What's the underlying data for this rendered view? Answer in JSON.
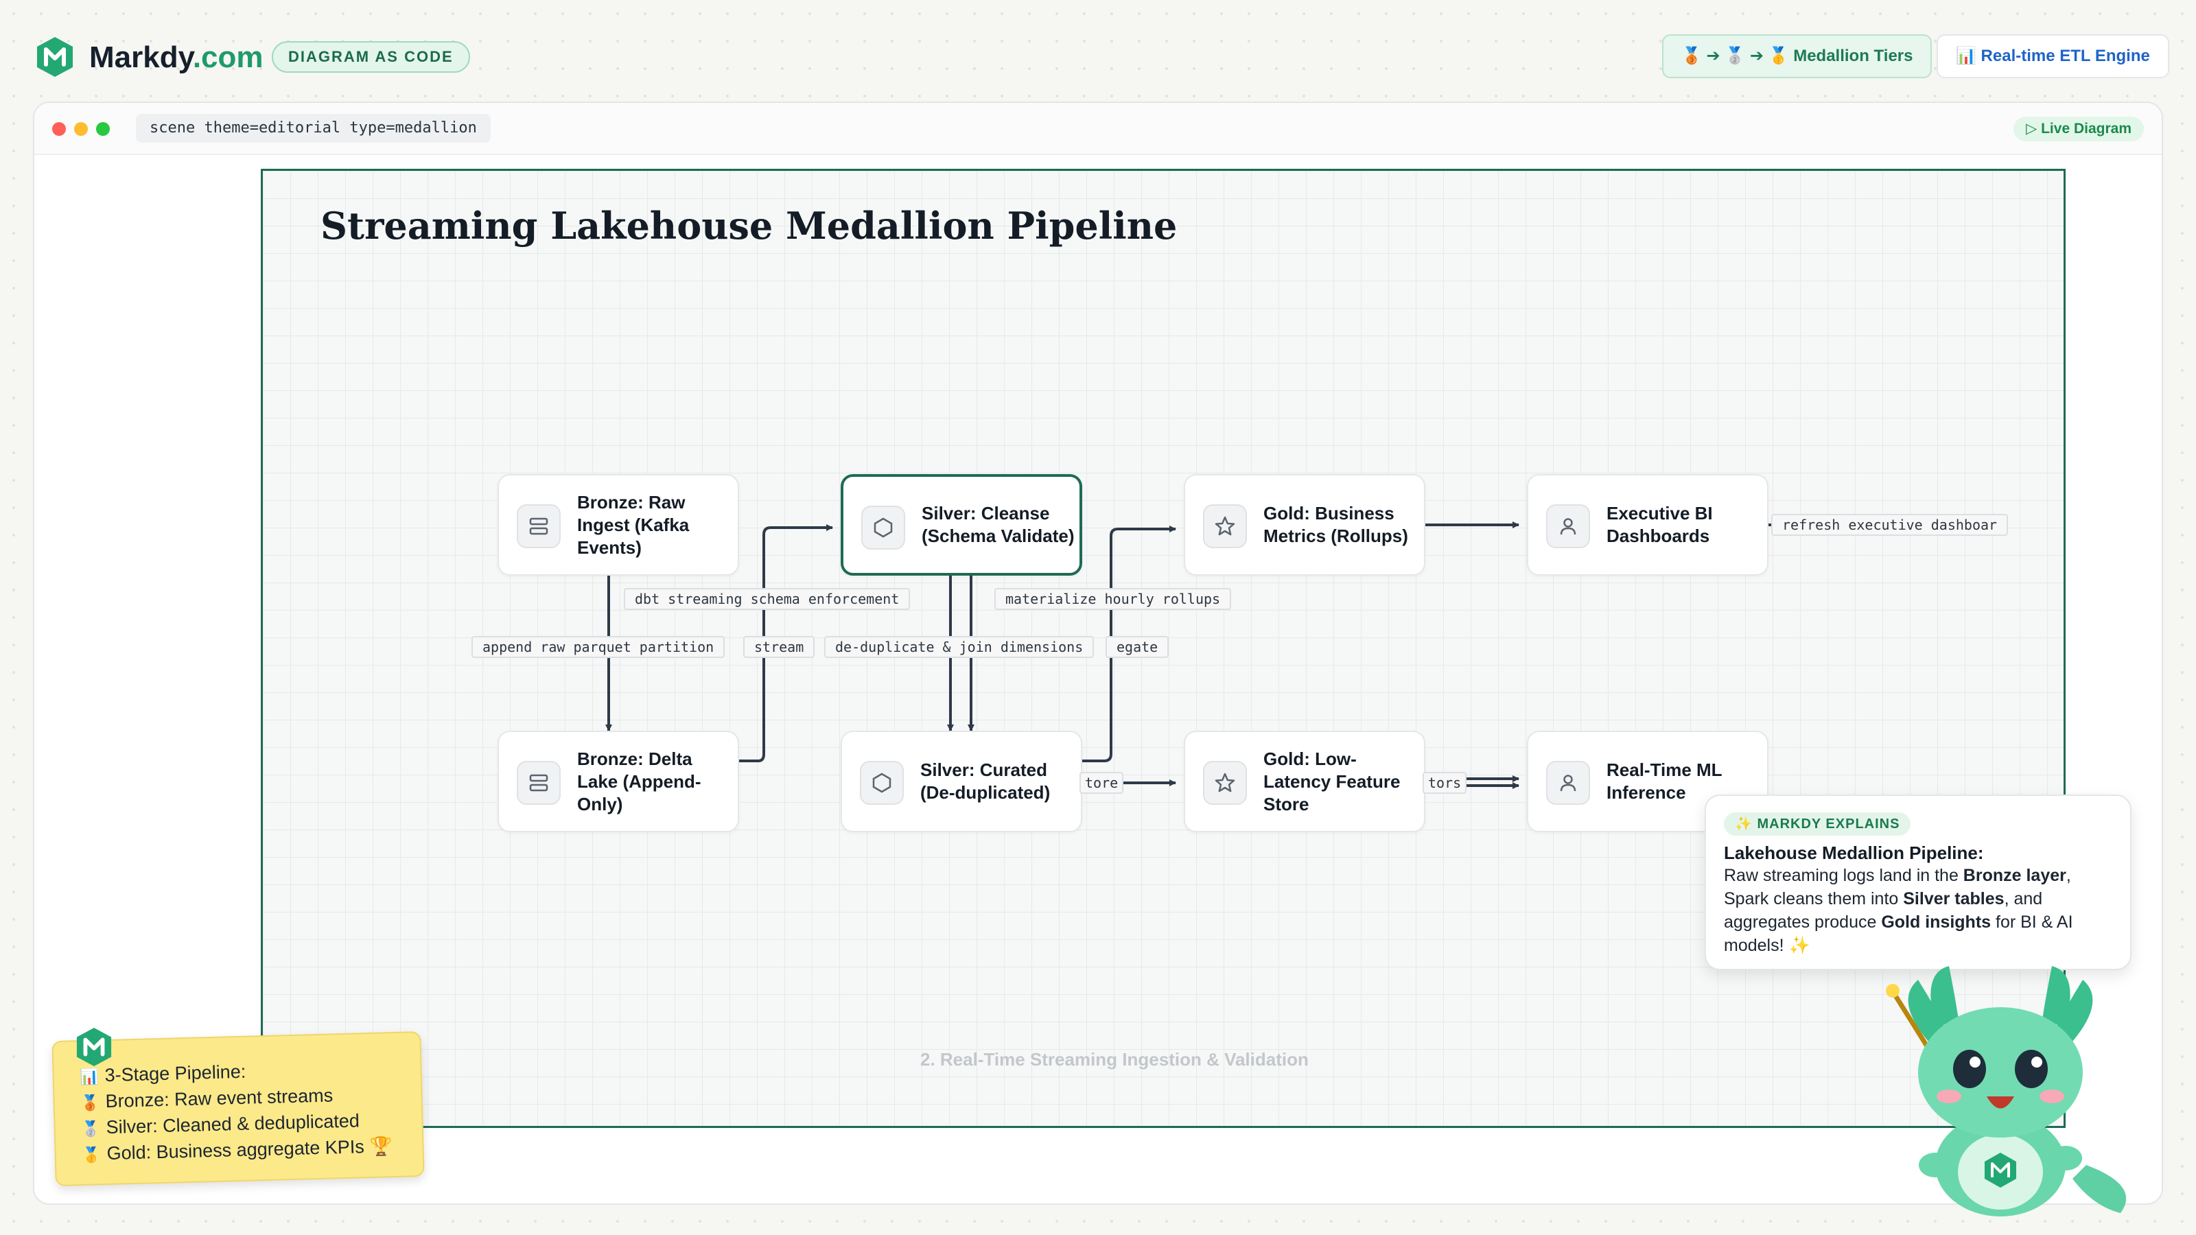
{
  "brand": {
    "name": "Markdy",
    "suffix": ".com",
    "badge": "DIAGRAM AS CODE"
  },
  "header": {
    "tiers_pill": "🥉 ➔ 🥈 ➔ 🥇 Medallion Tiers",
    "etl_pill": "📊 Real-time ETL Engine"
  },
  "window": {
    "scene_code": "scene theme=editorial type=medallion",
    "live_label": "▷ Live Diagram"
  },
  "diagram": {
    "title": "Streaming Lakehouse Medallion Pipeline",
    "caption": "2. Real-Time Streaming Ingestion & Validation",
    "nodes": {
      "bronze_raw": "Bronze: Raw Ingest (Kafka Events)",
      "silver_cleanse": "Silver: Cleanse (Schema Validate)",
      "gold_metrics": "Gold: Business Metrics (Rollups)",
      "exec_bi": "Executive BI Dashboards",
      "bronze_delta": "Bronze: Delta Lake (Append-Only)",
      "silver_curated": "Silver: Curated (De-duplicated)",
      "gold_feature": "Gold: Low-Latency Feature Store",
      "ml_inference": "Real-Time ML Inference"
    },
    "edge_labels": {
      "refresh": "refresh executive dashboar",
      "dbt": "dbt streaming schema enforcement",
      "materialize": "materialize hourly rollups",
      "append": "append raw parquet partition",
      "stream": "stream",
      "dedup": "de-duplicate & join dimensions",
      "aggregate": "egate",
      "store": "tore",
      "vectors": "tors"
    }
  },
  "sticky": {
    "line1": "3-Stage Pipeline:",
    "line2": "Bronze: Raw event streams",
    "line3": "Silver: Cleaned & deduplicated",
    "line4": "Gold: Business aggregate KPIs 🏆"
  },
  "bubble": {
    "tag": "✨ MARKDY EXPLAINS",
    "heading": "Lakehouse Medallion Pipeline:",
    "t1": "Raw streaming logs land in the ",
    "b1": "Bronze layer",
    "t2": ", Spark cleans them into ",
    "b2": "Silver tables",
    "t3": ", and aggregates produce ",
    "b3": "Gold insights",
    "t4": " for BI & AI models! ✨"
  },
  "colors": {
    "accent": "#1e6b55",
    "brand_green": "#1e9a6e",
    "sticky": "#fce98a"
  }
}
